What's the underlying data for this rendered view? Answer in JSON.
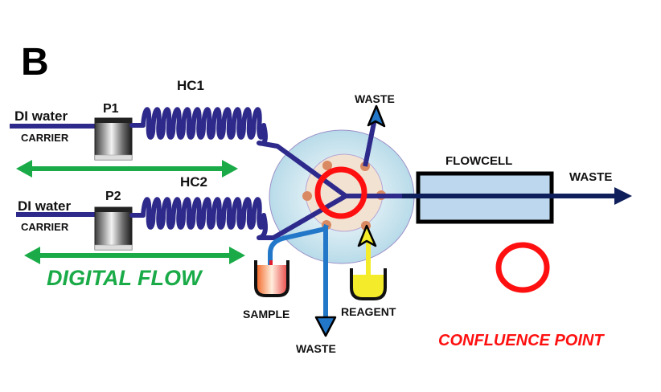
{
  "panel_label": "B",
  "colors": {
    "tubing": "#2e2a8c",
    "main_line": "#0f1f5c",
    "sample_line": "#2277c9",
    "reagent_line": "#f4ec2a",
    "digital_flow": "#1aab48",
    "confluence": "#ff1010",
    "flowcell_fill": "#bcd7ee",
    "valve_outer": "#cfe6f1",
    "valve_inner": "#f2e2d2",
    "port": "#d98a62"
  },
  "inlets": [
    {
      "source": "DI water",
      "role": "CARRIER",
      "pump": "P1",
      "coil": "HC1"
    },
    {
      "source": "DI water",
      "role": "CARRIER",
      "pump": "P2",
      "coil": "HC2"
    }
  ],
  "valve": {
    "outlets": [
      {
        "label": "WASTE",
        "direction": "top"
      },
      {
        "label": "WASTE",
        "direction": "bottom"
      }
    ],
    "inputs": [
      {
        "label": "SAMPLE"
      },
      {
        "label": "REAGENT"
      }
    ]
  },
  "flowcell": {
    "label": "FLOWCELL",
    "outlet_label": "WASTE"
  },
  "digital_flow_label": "DIGITAL FLOW",
  "legend": {
    "symbol": "red-ring",
    "label": "CONFLUENCE POINT"
  }
}
